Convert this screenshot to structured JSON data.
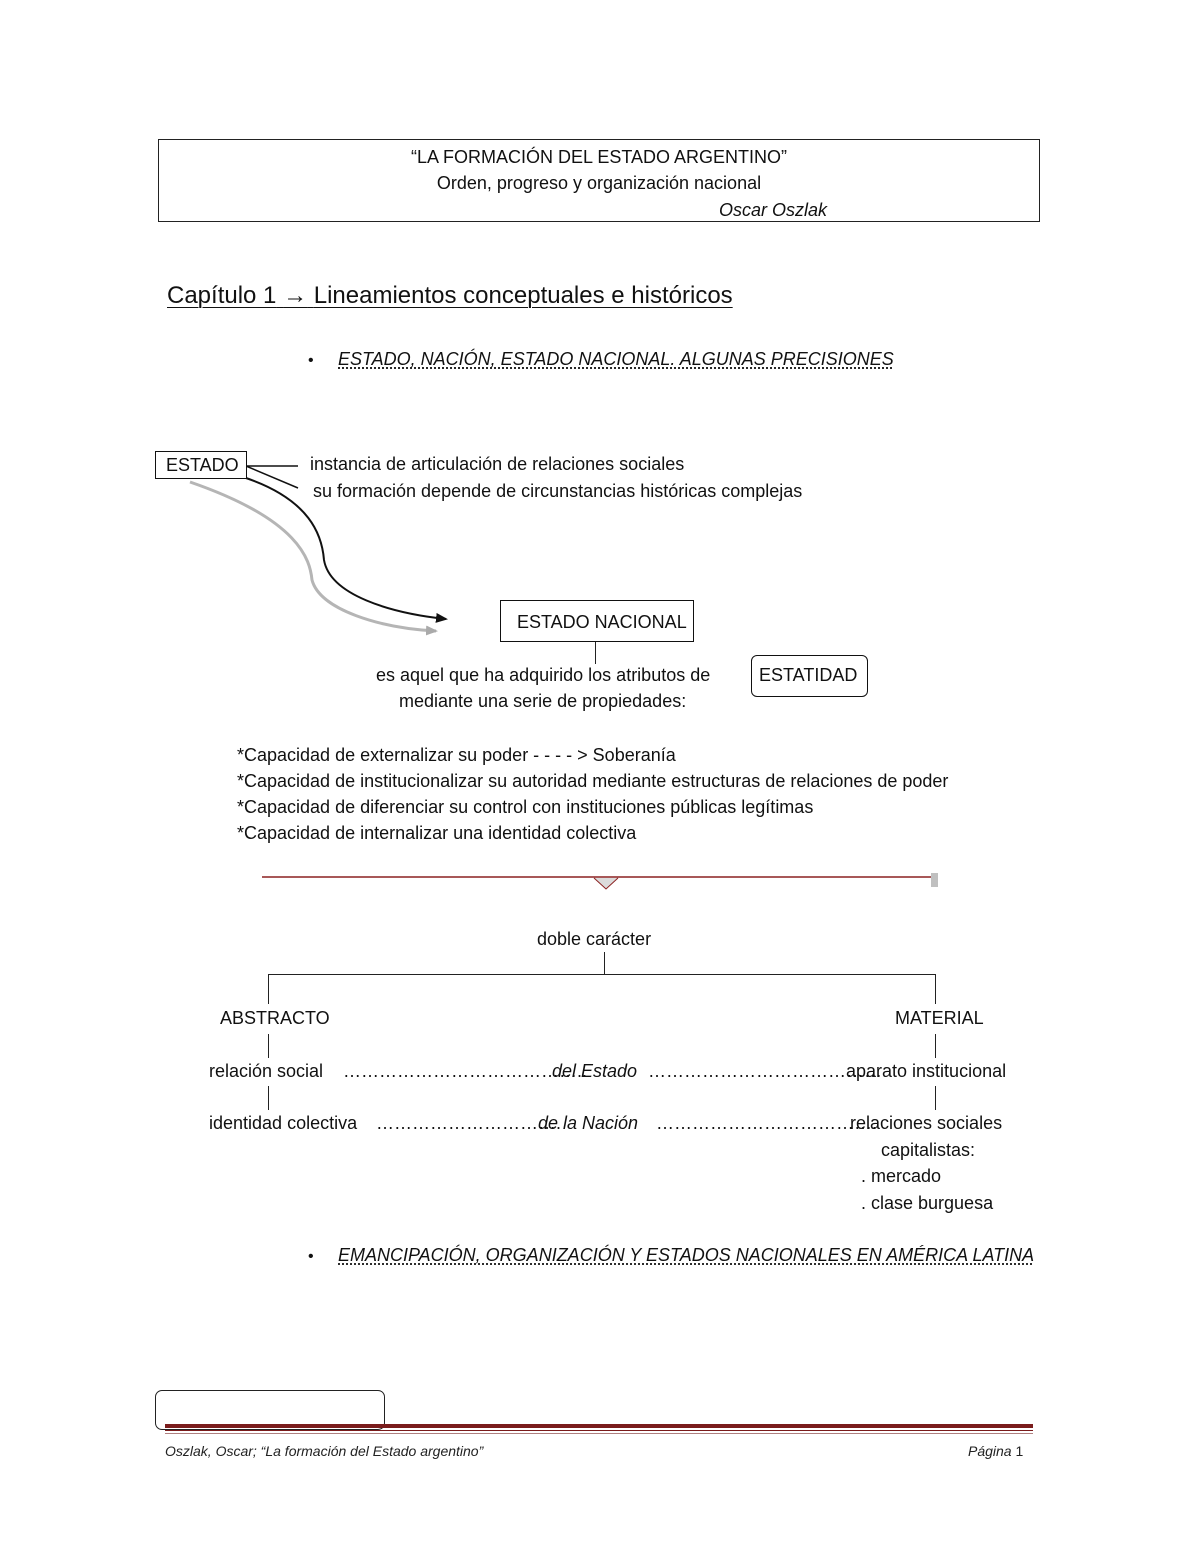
{
  "header": {
    "title": "“LA FORMACIÓN DEL ESTADO ARGENTINO”",
    "subtitle": "Orden, progreso y  organización nacional",
    "author": "Oscar Oszlak"
  },
  "chapter": {
    "label": "Capítulo 1",
    "arrow": "→",
    "title": "Lineamientos conceptuales e históricos"
  },
  "sections": [
    {
      "title": "ESTADO, NACIÓN, ESTADO NACIONAL. ALGUNAS PRECISIONES"
    },
    {
      "title": "EMANCIPACIÓN, ORGANIZACIÓN Y ESTADOS NACIONALES EN AMÉRICA LATINA"
    }
  ],
  "bullet_symbol": "•",
  "estado": {
    "box_label": "ESTADO",
    "line1": "instancia de articulación de relaciones sociales",
    "line2": "su formación depende de circunstancias históricas complejas"
  },
  "estado_nacional": {
    "box_label": "ESTADO NACIONAL",
    "desc1": "es aquel que ha adquirido los atributos de",
    "estatidad": "ESTATIDAD",
    "desc2": "mediante una serie de propiedades:"
  },
  "capacities": [
    "*Capacidad de externalizar su poder   - - - - > Soberanía",
    "*Capacidad de institucionalizar su autoridad mediante estructuras de relaciones de poder",
    "*Capacidad de diferenciar su control con instituciones públicas legítimas",
    "*Capacidad de internalizar una identidad colectiva"
  ],
  "doble": {
    "title": "doble carácter",
    "left_label": "ABSTRACTO",
    "right_label": "MATERIAL",
    "row1_left": "relación social",
    "row1_dots_left": "…………………………………..",
    "row1_mid": "del Estado",
    "row1_dots_right": "…………………………………",
    "row1_right": "aparato institucional",
    "row2_left": "identidad colectiva",
    "row2_dots_left": "………………………….",
    "row2_mid": "de la Nación",
    "row2_dots_right": "……………………………….",
    "row2_right": "relaciones sociales",
    "row2_right_cont": "capitalistas:",
    "item1": ". mercado",
    "item2": ". clase burguesa"
  },
  "footer": {
    "left": "Oszlak, Oscar; “La formación del Estado argentino”",
    "page_label": "Página",
    "page_number": "1",
    "rule_color": "#7a1c1c"
  }
}
